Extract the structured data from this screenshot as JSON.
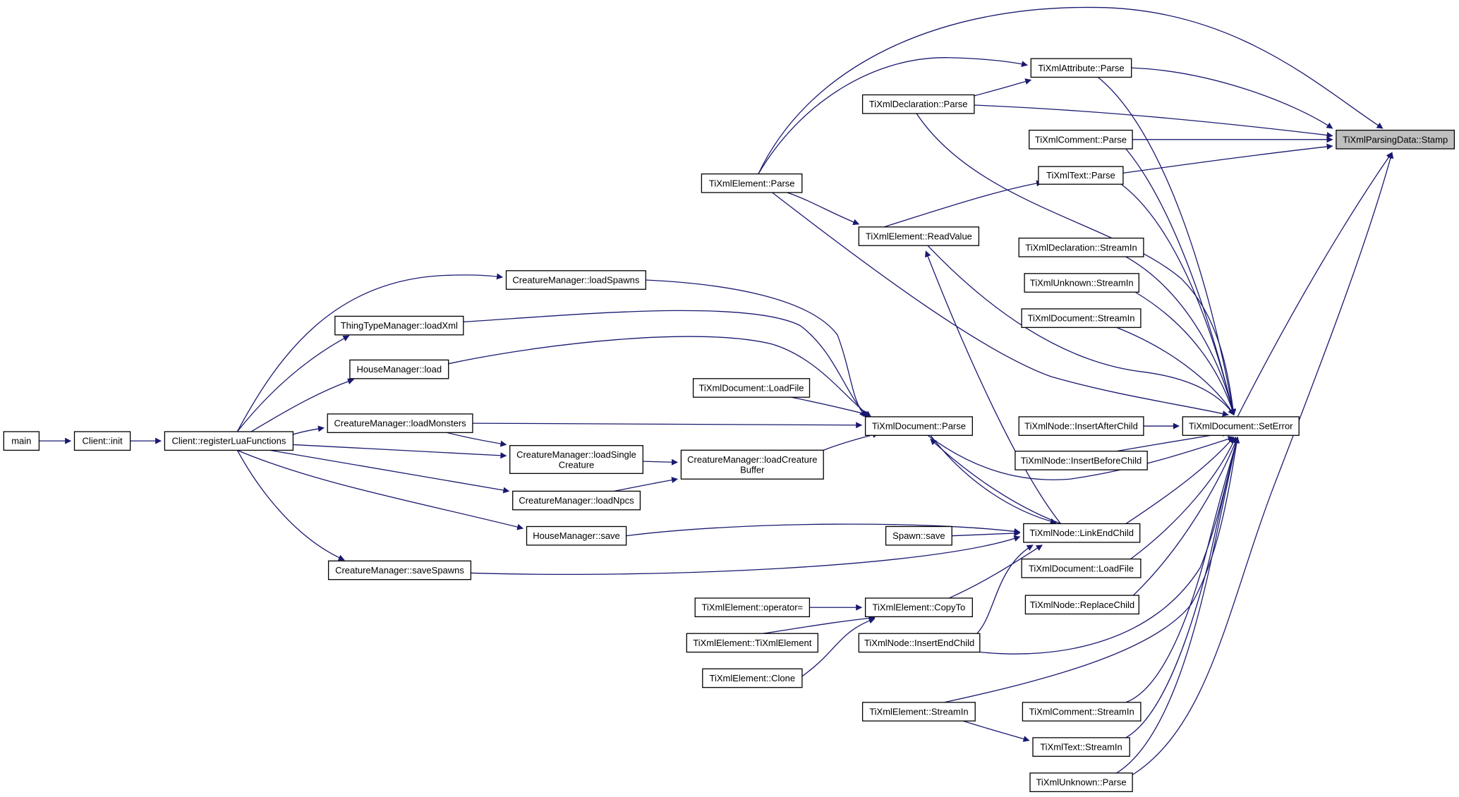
{
  "diagram": {
    "edge_color": "#191970",
    "highlight_fill": "#bfbfbf",
    "nodes": [
      {
        "id": "stamp",
        "lines": [
          "TiXmlParsingData::Stamp"
        ],
        "highlight": true
      },
      {
        "id": "attr_parse",
        "lines": [
          "TiXmlAttribute::Parse"
        ]
      },
      {
        "id": "decl_parse",
        "lines": [
          "TiXmlDeclaration::Parse"
        ]
      },
      {
        "id": "comment_parse",
        "lines": [
          "TiXmlComment::Parse"
        ]
      },
      {
        "id": "text_parse",
        "lines": [
          "TiXmlText::Parse"
        ]
      },
      {
        "id": "elem_parse",
        "lines": [
          "TiXmlElement::Parse"
        ]
      },
      {
        "id": "elem_readvalue",
        "lines": [
          "TiXmlElement::ReadValue"
        ]
      },
      {
        "id": "decl_streamin",
        "lines": [
          "TiXmlDeclaration::StreamIn"
        ]
      },
      {
        "id": "unknown_streamin",
        "lines": [
          "TiXmlUnknown::StreamIn"
        ]
      },
      {
        "id": "doc_streamin",
        "lines": [
          "TiXmlDocument::StreamIn"
        ]
      },
      {
        "id": "cm_loadspawns",
        "lines": [
          "CreatureManager::loadSpawns"
        ]
      },
      {
        "id": "ttm_loadxml",
        "lines": [
          "ThingTypeManager::loadXml"
        ]
      },
      {
        "id": "hm_load",
        "lines": [
          "HouseManager::load"
        ]
      },
      {
        "id": "doc_loadfile_l",
        "lines": [
          "TiXmlDocument::LoadFile"
        ]
      },
      {
        "id": "main",
        "lines": [
          "main"
        ]
      },
      {
        "id": "client_init",
        "lines": [
          "Client::init"
        ]
      },
      {
        "id": "client_reg",
        "lines": [
          "Client::registerLuaFunctions"
        ]
      },
      {
        "id": "cm_loadmonsters",
        "lines": [
          "CreatureManager::loadMonsters"
        ]
      },
      {
        "id": "doc_parse",
        "lines": [
          "TiXmlDocument::Parse"
        ]
      },
      {
        "id": "node_insertafter",
        "lines": [
          "TiXmlNode::InsertAfterChild"
        ]
      },
      {
        "id": "doc_seterror",
        "lines": [
          "TiXmlDocument::SetError"
        ]
      },
      {
        "id": "cm_loadsingle",
        "lines": [
          "CreatureManager::loadSingle",
          "Creature"
        ]
      },
      {
        "id": "cm_loadcreaturebuffer",
        "lines": [
          "CreatureManager::loadCreature",
          "Buffer"
        ]
      },
      {
        "id": "node_insertbefore",
        "lines": [
          "TiXmlNode::InsertBeforeChild"
        ]
      },
      {
        "id": "cm_loadnpcs",
        "lines": [
          "CreatureManager::loadNpcs"
        ]
      },
      {
        "id": "hm_save",
        "lines": [
          "HouseManager::save"
        ]
      },
      {
        "id": "spawn_save",
        "lines": [
          "Spawn::save"
        ]
      },
      {
        "id": "node_linkend",
        "lines": [
          "TiXmlNode::LinkEndChild"
        ]
      },
      {
        "id": "cm_savespawns",
        "lines": [
          "CreatureManager::saveSpawns"
        ]
      },
      {
        "id": "doc_loadfile_r",
        "lines": [
          "TiXmlDocument::LoadFile"
        ]
      },
      {
        "id": "node_replace",
        "lines": [
          "TiXmlNode::ReplaceChild"
        ]
      },
      {
        "id": "elem_operator",
        "lines": [
          "TiXmlElement::operator="
        ]
      },
      {
        "id": "elem_copyto",
        "lines": [
          "TiXmlElement::CopyTo"
        ]
      },
      {
        "id": "elem_ctor",
        "lines": [
          "TiXmlElement::TiXmlElement"
        ]
      },
      {
        "id": "node_insertend",
        "lines": [
          "TiXmlNode::InsertEndChild"
        ]
      },
      {
        "id": "elem_clone",
        "lines": [
          "TiXmlElement::Clone"
        ]
      },
      {
        "id": "elem_streamin",
        "lines": [
          "TiXmlElement::StreamIn"
        ]
      },
      {
        "id": "comment_streamin",
        "lines": [
          "TiXmlComment::StreamIn"
        ]
      },
      {
        "id": "text_streamin",
        "lines": [
          "TiXmlText::StreamIn"
        ]
      },
      {
        "id": "unknown_parse",
        "lines": [
          "TiXmlUnknown::Parse"
        ]
      }
    ]
  }
}
